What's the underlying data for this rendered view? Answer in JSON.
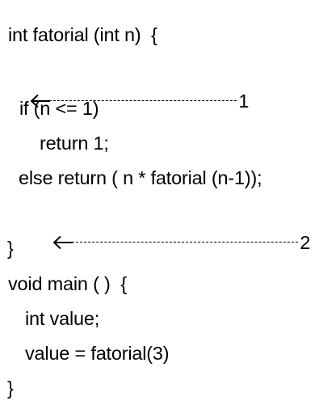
{
  "code": {
    "line1": "int fatorial (int n)  {",
    "marker1_label": "1",
    "line3": "if (n <= 1)",
    "line4": "return 1;",
    "line5": "else return ( n * fatorial (n-1));",
    "marker2_label": "2",
    "line7": "}",
    "line8": "void main ( )  {",
    "line9": "int value;",
    "line10": "value = fatorial(3)",
    "line11": "}"
  },
  "icons": {
    "marker1_arrow": "left-arrow-icon",
    "marker2_arrow": "left-arrow-icon"
  },
  "colors": {
    "text": "#000000",
    "background": "#ffffff"
  }
}
